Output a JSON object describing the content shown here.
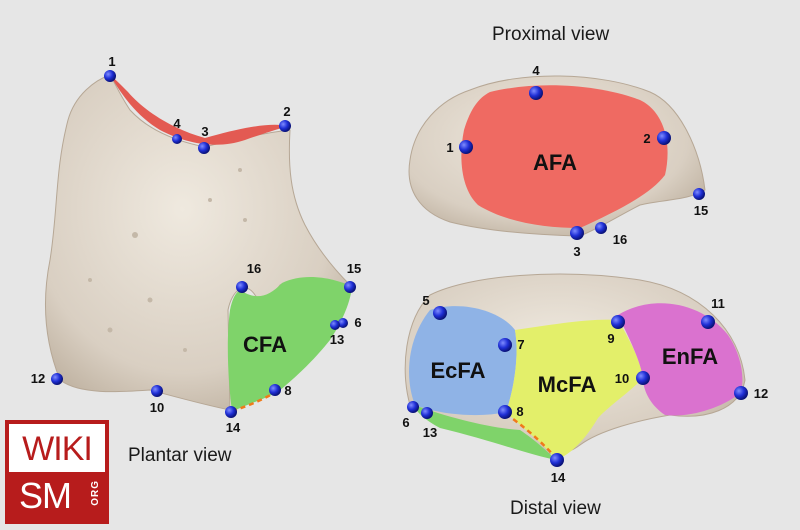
{
  "views": {
    "proximal": "Proximal view",
    "plantar": "Plantar view",
    "distal": "Distal view"
  },
  "facets": {
    "afa": "AFA",
    "cfa": "CFA",
    "ecfa": "EcFA",
    "mcfa": "McFA",
    "enfa": "EnFA"
  },
  "landmarks": {
    "plantar": [
      "1",
      "2",
      "3",
      "4",
      "6",
      "8",
      "10",
      "12",
      "13",
      "14",
      "15",
      "16"
    ],
    "proximal": [
      "1",
      "2",
      "3",
      "4",
      "15",
      "16"
    ],
    "distal": [
      "5",
      "6",
      "7",
      "8",
      "9",
      "10",
      "11",
      "12",
      "13",
      "14"
    ]
  },
  "logo": {
    "top": "WIKI",
    "bottom": "SM",
    "side": "ORG"
  },
  "colors": {
    "bone": "#ddd4c8",
    "afa": "#ef6a62",
    "cfa": "#7fd36a",
    "ecfa": "#8fb3e6",
    "mcfa": "#e3ef6a",
    "enfa": "#da72cf",
    "landmark": "#1f2fd6",
    "logo": "#b71c1c"
  }
}
